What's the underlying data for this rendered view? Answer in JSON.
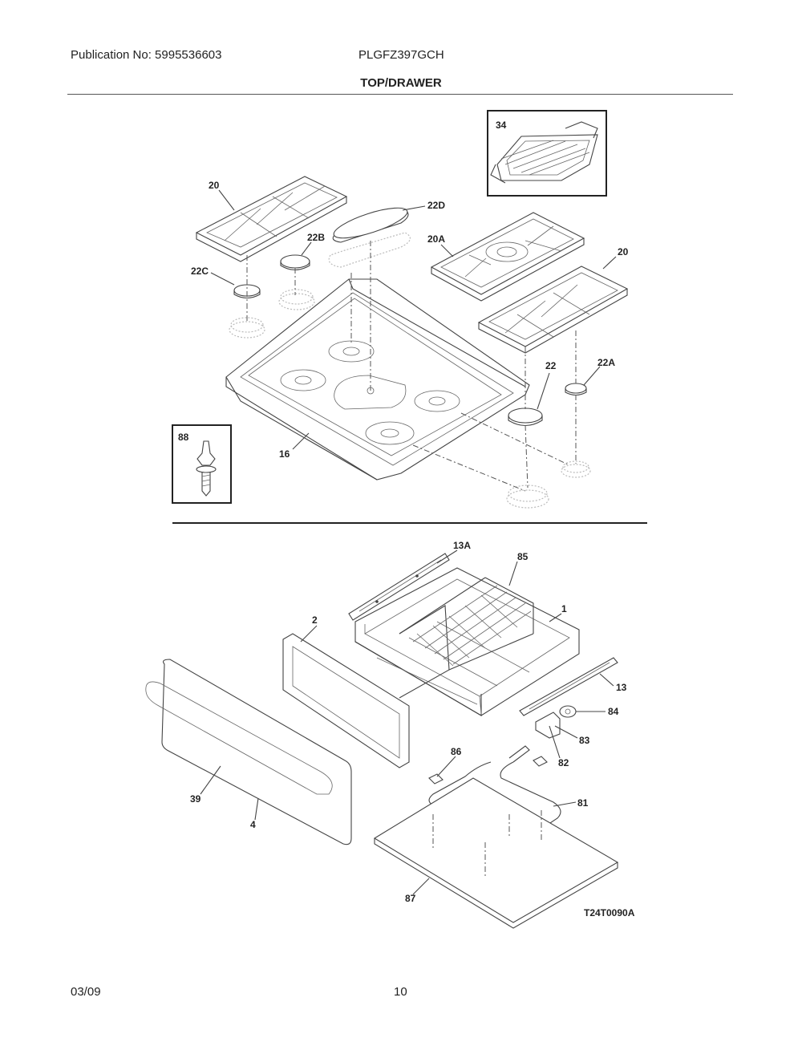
{
  "header": {
    "publication": "Publication No: 5995536603",
    "model": "PLGFZ397GCH",
    "section_title": "TOP/DRAWER"
  },
  "footer": {
    "date": "03/09",
    "page": "10"
  },
  "diagram_code": "T24T0090A",
  "callouts": {
    "c20_left": "20",
    "c22d": "22D",
    "c22b": "22B",
    "c22c": "22C",
    "c20a": "20A",
    "c20_right": "20",
    "c34": "34",
    "c22": "22",
    "c22a": "22A",
    "c16": "16",
    "c88": "88",
    "c13a": "13A",
    "c85": "85",
    "c1": "1",
    "c2": "2",
    "c13": "13",
    "c84": "84",
    "c83": "83",
    "c82": "82",
    "c86": "86",
    "c81": "81",
    "c39": "39",
    "c4": "4",
    "c87": "87"
  }
}
